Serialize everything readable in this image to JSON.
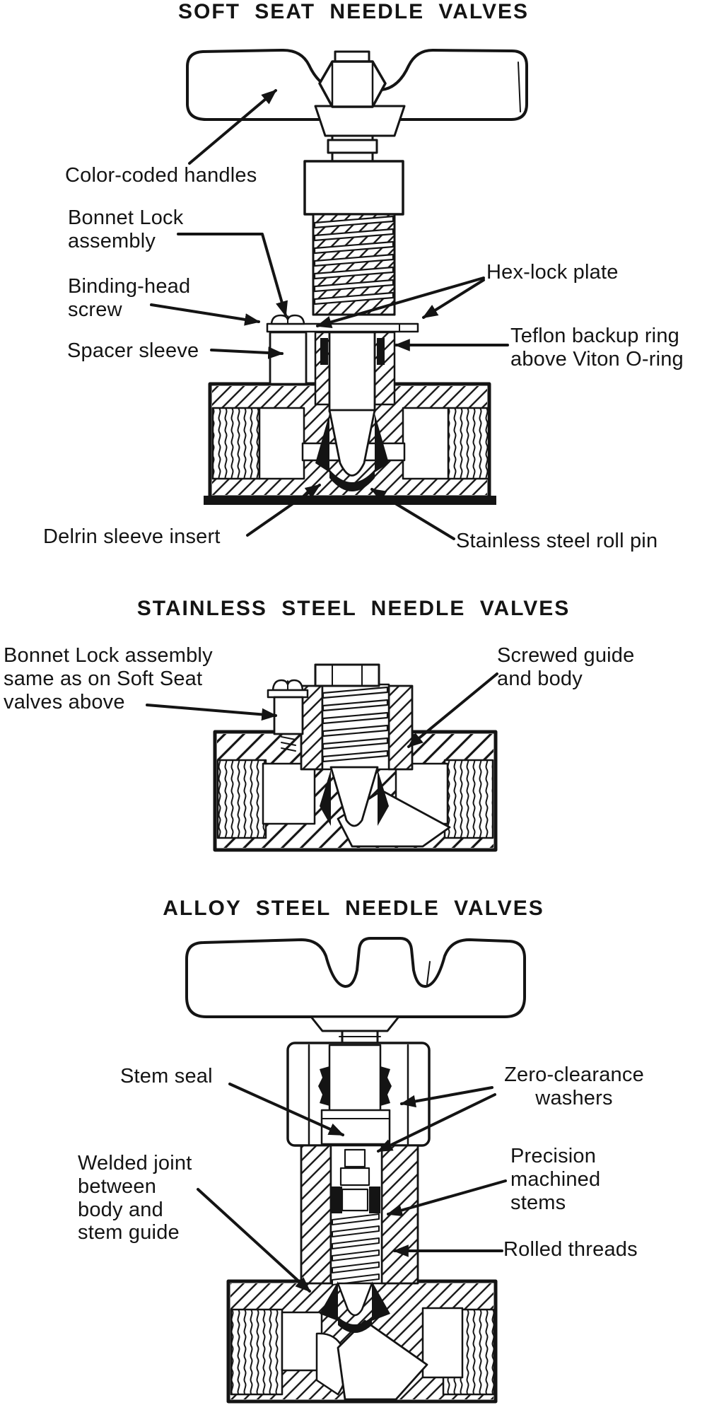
{
  "page": {
    "background": "#ffffff",
    "ink": "#141414"
  },
  "sections": [
    {
      "title": "SOFT SEAT NEEDLE VALVES",
      "labels": {
        "color_coded_handles": "Color-coded handles",
        "bonnet_lock_assembly": "Bonnet Lock\nassembly",
        "binding_head_screw": "Binding-head\nscrew",
        "spacer_sleeve": "Spacer sleeve",
        "hex_lock_plate": "Hex-lock plate",
        "teflon_backup_ring": "Teflon backup ring\nabove Viton O-ring",
        "delrin_sleeve_insert": "Delrin sleeve insert",
        "stainless_steel_roll_pin": "Stainless steel roll pin"
      }
    },
    {
      "title": "STAINLESS STEEL NEEDLE VALVES",
      "labels": {
        "bonnet_lock_same": "Bonnet Lock assembly\nsame as on Soft Seat\nvalves above",
        "screwed_guide_and_body": "Screwed guide\nand body"
      }
    },
    {
      "title": "ALLOY STEEL NEEDLE VALVES",
      "labels": {
        "stem_seal": "Stem seal",
        "zero_clearance_washers": "Zero-clearance\nwashers",
        "welded_joint": "Welded joint\nbetween\nbody and\nstem guide",
        "precision_machined_stems": "Precision\nmachined\nstems",
        "rolled_threads": "Rolled threads"
      }
    }
  ]
}
